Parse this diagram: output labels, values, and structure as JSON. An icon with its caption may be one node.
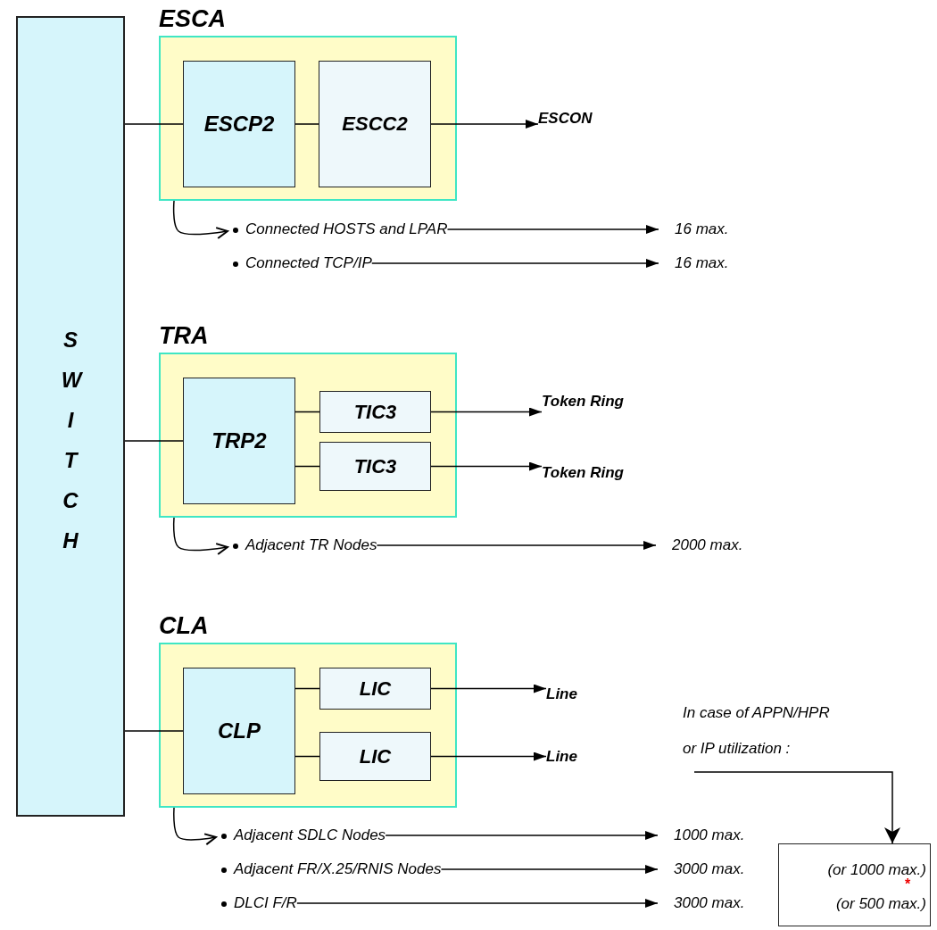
{
  "diagram": {
    "nodes": [
      {
        "text": [
          "SWITCH"
        ]
      },
      {
        "text": [
          "ESCA"
        ]
      },
      {
        "text": [
          "ESCP2"
        ],
        "in": 1
      },
      {
        "text": [
          "ESCC2"
        ],
        "in": 1
      },
      {
        "text": [
          "ESCON"
        ]
      },
      {
        "text": [
          "TRA"
        ]
      },
      {
        "text": [
          "TRP2"
        ],
        "in": 5
      },
      {
        "text": [
          "TIC3"
        ],
        "in": 5
      },
      {
        "text": [
          "TIC3"
        ],
        "in": 5
      },
      {
        "text": [
          "Token Ring"
        ]
      },
      {
        "text": [
          "Token Ring"
        ]
      },
      {
        "text": [
          "CLA"
        ]
      },
      {
        "text": [
          "CLP"
        ],
        "in": 11
      },
      {
        "text": [
          "LIC"
        ],
        "in": 11
      },
      {
        "text": [
          "LIC"
        ],
        "in": 11
      },
      {
        "text": [
          "Line"
        ]
      },
      {
        "text": [
          "Line"
        ]
      },
      {
        "text": [
          "Connected HOSTS and LPAR"
        ]
      },
      {
        "text": [
          "16 max."
        ]
      },
      {
        "text": [
          "Connected TCP/IP"
        ]
      },
      {
        "text": [
          "16 max."
        ]
      },
      {
        "text": [
          "Adjacent TR Nodes"
        ]
      },
      {
        "text": [
          "2000 max."
        ]
      },
      {
        "text": [
          "Adjacent SDLC Nodes"
        ]
      },
      {
        "text": [
          "1000 max."
        ]
      },
      {
        "text": [
          "Adjacent FR/X.25/RNIS Nodes"
        ]
      },
      {
        "text": [
          "3000 max."
        ]
      },
      {
        "text": [
          "DLCI F/R"
        ]
      },
      {
        "text": [
          "3000 max."
        ]
      },
      {
        "text": [
          "In case of APPN/HPR or IP utilization :"
        ]
      },
      {
        "text": [
          "(or 1000 max.)",
          "(or 500 max.)"
        ]
      }
    ],
    "edges": [
      {
        "from": 0,
        "to": 2,
        "arrow": "none"
      },
      {
        "from": 2,
        "to": 3,
        "arrow": "none"
      },
      {
        "from": 3,
        "to": 4,
        "arrow": "to"
      },
      {
        "from": 0,
        "to": 6,
        "arrow": "none"
      },
      {
        "from": 6,
        "to": 7,
        "arrow": "none"
      },
      {
        "from": 6,
        "to": 8,
        "arrow": "none"
      },
      {
        "from": 7,
        "to": 9,
        "arrow": "to"
      },
      {
        "from": 8,
        "to": 10,
        "arrow": "to"
      },
      {
        "from": 0,
        "to": 12,
        "arrow": "none"
      },
      {
        "from": 12,
        "to": 13,
        "arrow": "none"
      },
      {
        "from": 12,
        "to": 14,
        "arrow": "none"
      },
      {
        "from": 13,
        "to": 15,
        "arrow": "to"
      },
      {
        "from": 14,
        "to": 16,
        "arrow": "to"
      },
      {
        "from": 1,
        "to": 17,
        "arrow": "to"
      },
      {
        "from": 17,
        "to": 18,
        "arrow": "to"
      },
      {
        "from": 19,
        "to": 20,
        "arrow": "to"
      },
      {
        "from": 5,
        "to": 21,
        "arrow": "to"
      },
      {
        "from": 21,
        "to": 22,
        "arrow": "to"
      },
      {
        "from": 11,
        "to": 23,
        "arrow": "to"
      },
      {
        "from": 23,
        "to": 24,
        "arrow": "to"
      },
      {
        "from": 25,
        "to": 26,
        "arrow": "to"
      },
      {
        "from": 27,
        "to": 28,
        "arrow": "to"
      },
      {
        "from": 29,
        "to": 30,
        "arrow": "to"
      }
    ],
    "labels": [
      "*"
    ]
  }
}
